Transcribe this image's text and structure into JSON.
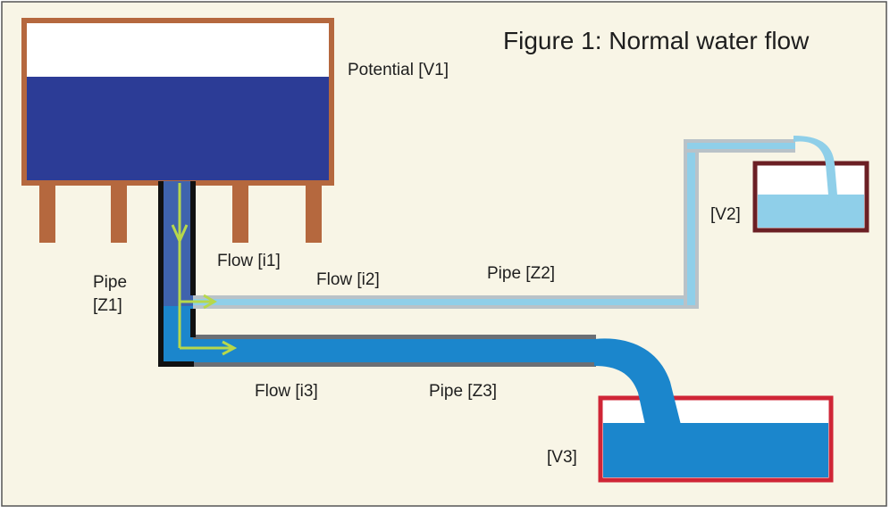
{
  "title": "Figure 1: Normal water flow",
  "labels": {
    "potential_v1": "Potential [V1]",
    "v2": "[V2]",
    "v3": "[V3]",
    "flow_i1": "Flow [i1]",
    "flow_i2": "Flow [i2]",
    "flow_i3": "Flow [i3]",
    "pipe_z1_line1": "Pipe",
    "pipe_z1_line2": "[Z1]",
    "pipe_z2": "Pipe [Z2]",
    "pipe_z3": "Pipe [Z3]"
  },
  "colors": {
    "background": "#f8f5e6",
    "frame": "#555555",
    "tank_frame": "#b5683e",
    "tank_water_dark": "#2c3c96",
    "tank_leg": "#b5683e",
    "pipe_wall_black": "#111111",
    "pipe_wall_gray": "#b9c2c8",
    "water_light": "#8fcfe9",
    "water_medium": "#1b86cc",
    "v2_frame": "#6b1f24",
    "v3_frame": "#cf2536",
    "flow_arrow": "#b7d84b"
  }
}
